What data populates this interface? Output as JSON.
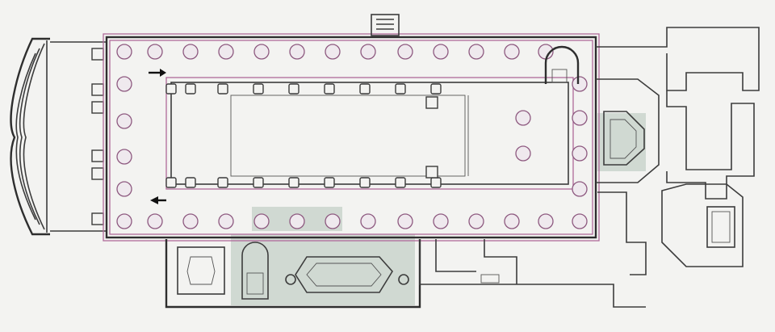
{
  "diagram": {
    "type": "architectural floor plan",
    "colors": {
      "background": "#f3f3f1",
      "walls": "#3c3c3c",
      "overlay_outline": "#b06a9a",
      "column_fill": "#efe9ee",
      "shaded_area": "#c9d3cc"
    },
    "markers": [
      {
        "name": "entrance-arrow-upper",
        "icon": "arrow-right"
      },
      {
        "name": "entrance-arrow-lower",
        "icon": "arrow-left"
      }
    ]
  }
}
